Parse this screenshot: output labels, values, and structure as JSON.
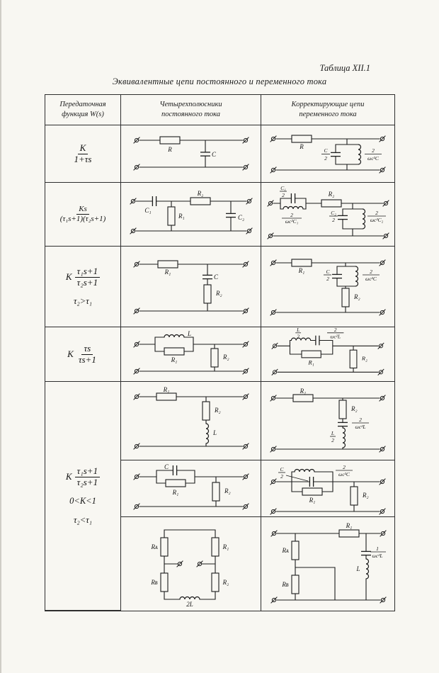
{
  "caption": "Таблица XII.1",
  "title": "Эквивалентные цепи постоянного и переменного тока",
  "headers": {
    "c1l1": "Передаточная",
    "c1l2": "функция W(s)",
    "c2l1": "Четырехполюсники",
    "c2l2": "постоянного тока",
    "c3l1": "Корректирующие цепи",
    "c3l2": "переменного тока"
  },
  "tf": {
    "r1": {
      "num": "K",
      "den": "1+τs"
    },
    "r2": {
      "num": "Ks",
      "den": "(τ₁s+1)(τ₂s+1)"
    },
    "r3": {
      "pre": "K",
      "num": "τ₁s+1",
      "den": "τ₂s+1",
      "cond": "τ₂>τ₁"
    },
    "r4": {
      "pre": "K",
      "num": "τs",
      "den": "τs+1"
    },
    "r5": {
      "pre": "K",
      "num": "τ₁s+1",
      "den": "τ₂s+1",
      "cond1": "0<K<1",
      "cond2": "τ₂<τ₁"
    }
  },
  "cx": {
    "r1dc": {
      "r": "R",
      "c": "C"
    },
    "r1ac": {
      "r": "R",
      "cnum": "C",
      "cden": "2",
      "lnum": "2",
      "lden": "ωc²C"
    },
    "r2dc": {
      "c1": "C₁",
      "r1": "R₁",
      "r2": "R₂",
      "c2": "C₂"
    },
    "r2ac": {
      "b1cnum": "C₁",
      "b1cden": "2",
      "b1lnum": "2",
      "b1lden": "ωc²C₁",
      "r2": "R₂",
      "b2cnum": "C₂",
      "b2cden": "2",
      "b2lnum": "2",
      "b2lden": "ωc²C₂"
    },
    "r3dc": {
      "r1": "R₁",
      "c": "C",
      "r2": "R₂"
    },
    "r3ac": {
      "r1": "R₁",
      "cnum": "C",
      "cden": "2",
      "lnum": "2",
      "lden": "ωc²C",
      "r2": "R₂"
    },
    "r4dc": {
      "l": "L",
      "r1": "R₁",
      "r2": "R₂"
    },
    "r4ac": {
      "lnum": "L",
      "lden": "2",
      "cnum": "2",
      "cden": "ωc²L",
      "r1": "R₁",
      "r2": "R₂"
    },
    "r5adc": {
      "r1": "R₁",
      "r2": "R₂",
      "l": "L"
    },
    "r5aac": {
      "r1": "R₁",
      "r2": "R₂",
      "cnum": "2",
      "cden": "ωc²L",
      "lnum": "L",
      "lden": "2"
    },
    "r5bdc": {
      "c": "C",
      "r1": "R₁",
      "r2": "R₂"
    },
    "r5bac": {
      "lnum": "2",
      "lden": "ωc²C",
      "cnum": "C",
      "cden": "2",
      "r1": "R₁",
      "r2": "R₂"
    },
    "r5cdc": {
      "ra": "Rᴀ",
      "r1": "R₁",
      "rb": "Rʙ",
      "r2": "R₂",
      "l": "2L"
    },
    "r5cac": {
      "ra": "Rᴀ",
      "r1": "R₁",
      "rb": "Rʙ",
      "cnum": "1",
      "cden": "ωc²L",
      "l": "L"
    }
  }
}
